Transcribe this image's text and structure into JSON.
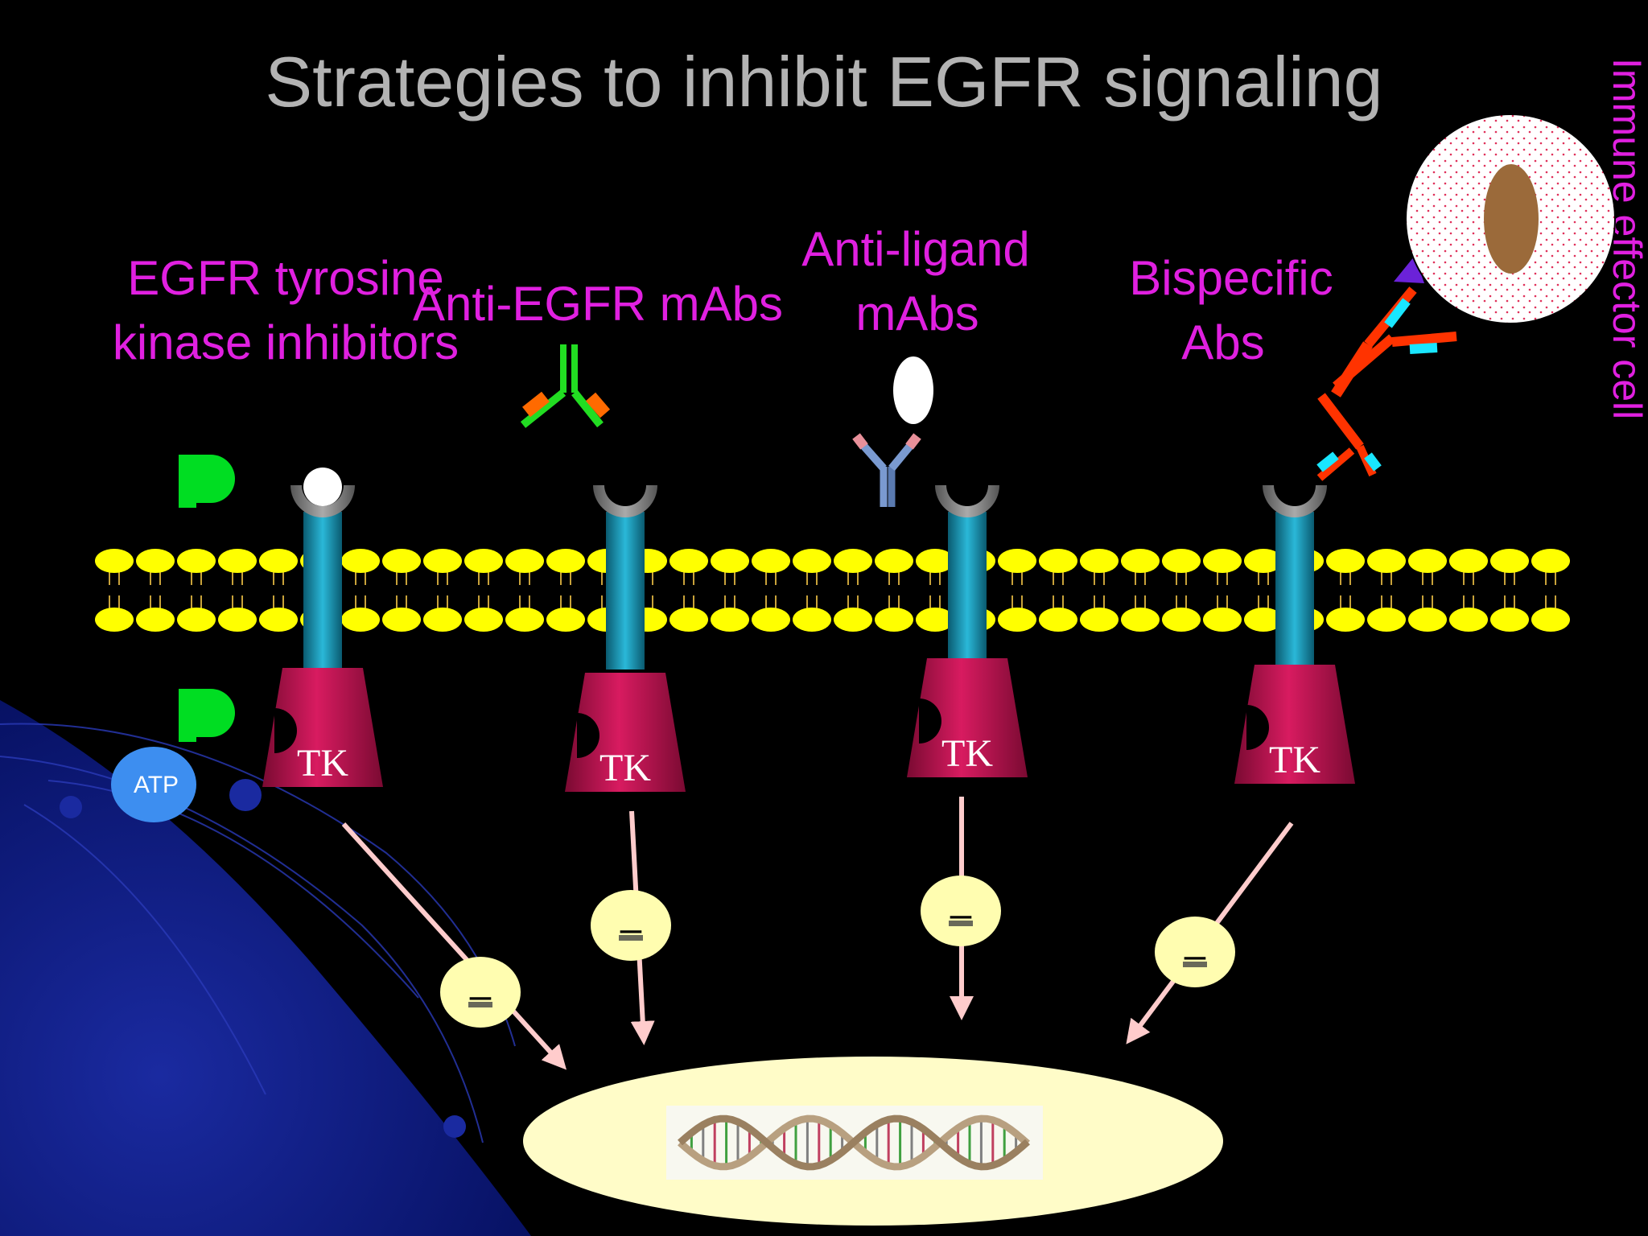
{
  "slide": {
    "title": "Strategies to inhibit EGFR signaling",
    "labels": {
      "tki_line1": "EGFR tyrosine",
      "tki_line2": "kinase inhibitors",
      "anti_egfr": "Anti-EGFR mAbs",
      "anti_ligand_line1": "Anti-ligand",
      "anti_ligand_line2": "mAbs",
      "bispecific_line1": "Bispecific",
      "bispecific_line2": "Abs",
      "immune_cell": "Immune effector cell",
      "atp": "ATP",
      "kinase": "TK",
      "phospho": "P",
      "inhibit": "–"
    },
    "colors": {
      "background": "#000000",
      "title": "#b3b3b3",
      "label": "#e020e0",
      "membrane": "#ffff00",
      "receptor_stalk": "#1a9fc0",
      "kinase": "#c2185b",
      "phosphate": "#00dd22",
      "atp": "#3d8ef0",
      "inhibitor_circle": "#fffdb0",
      "nucleus": "#fffcc8",
      "arrow": "#ffcccc",
      "bispecific_ab": "#ff3300",
      "bispecific_tips": "#19e6ff",
      "anti_egfr_ab": "#22dd22",
      "anti_egfr_tips": "#ff6a00"
    },
    "icons": [
      "phosphate-icon",
      "atp-icon",
      "antibody-icon",
      "ligand-icon",
      "dna-helix-icon",
      "immune-cell-icon",
      "receptor-icon",
      "kinase-domain-icon",
      "inhibition-symbol-icon"
    ]
  }
}
